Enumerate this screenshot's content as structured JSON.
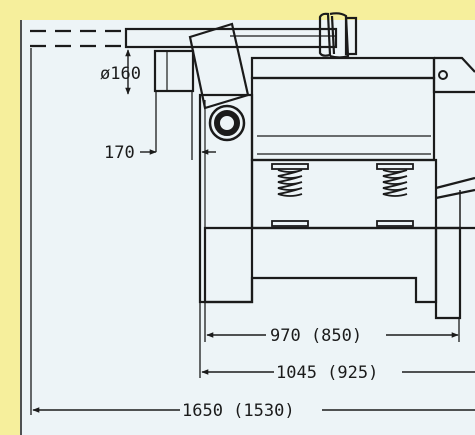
{
  "diagram": {
    "dimensions": {
      "shaft_diameter": "ø160",
      "offset": "170",
      "table_width": "970 (850)",
      "frame_width": "1045 (925)",
      "overall_width": "1650 (1530)"
    }
  }
}
